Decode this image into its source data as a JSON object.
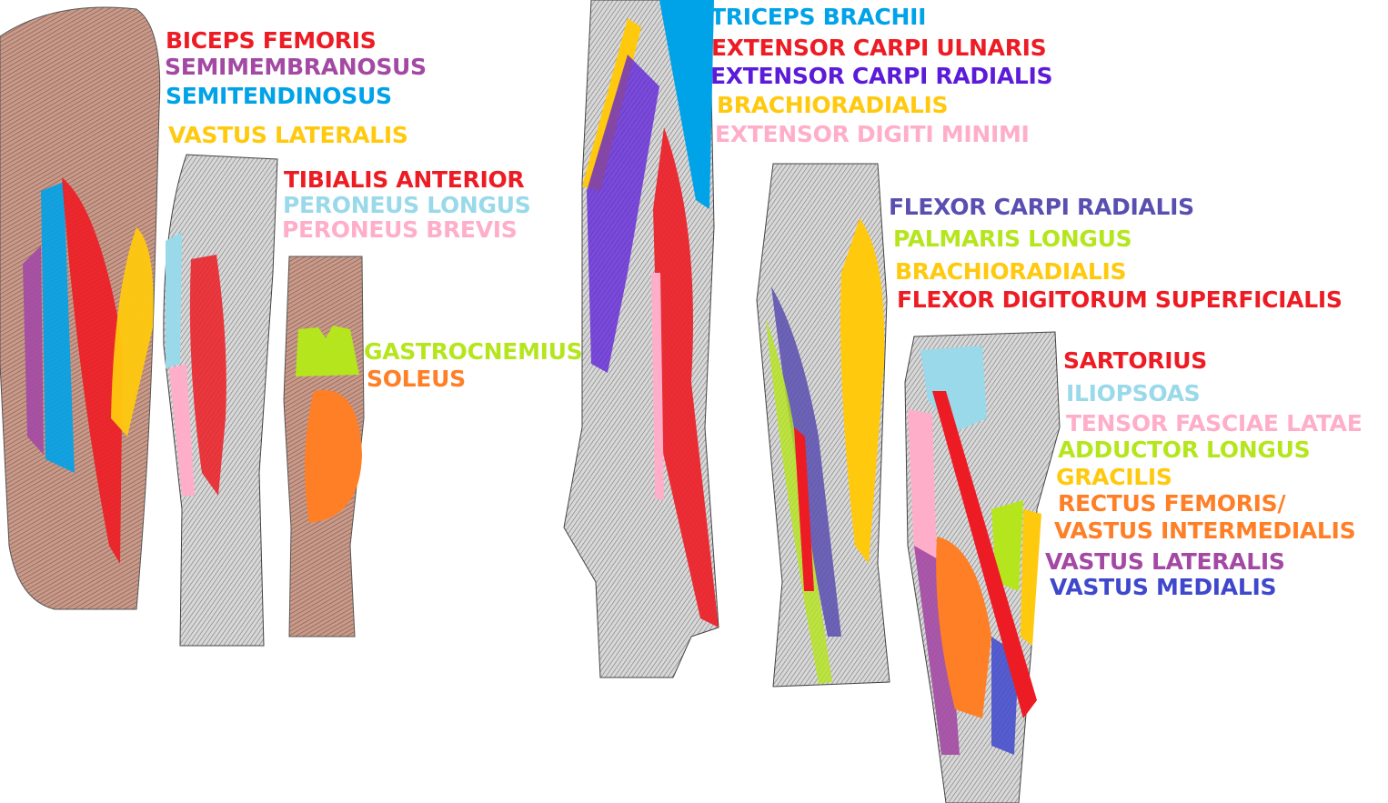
{
  "colors": {
    "red": "#ed1c24",
    "purple": "#a349a4",
    "blue": "#00a2e8",
    "yellow": "#ffc90e",
    "lightblue": "#99d9ea",
    "pink": "#ffaec9",
    "lime": "#b5e61d",
    "orange": "#ff7f27",
    "violet": "#5b1bd9",
    "slate": "#5a4fb0",
    "royal": "#3f48cc"
  },
  "posterior_thigh": {
    "labels": [
      "BICEPS FEMORIS",
      "SEMIMEMBRANOSUS",
      "SEMITENDINOSUS",
      "VASTUS LATERALIS"
    ]
  },
  "anterior_leg": {
    "labels": [
      "TIBIALIS ANTERIOR",
      "PERONEUS LONGUS",
      "PERONEUS BREVIS"
    ]
  },
  "calf": {
    "labels": [
      "GASTROCNEMIUS",
      "SOLEUS"
    ]
  },
  "posterior_forearm": {
    "labels": [
      "TRICEPS BRACHII",
      "EXTENSOR CARPI ULNARIS",
      "EXTENSOR CARPI  RADIALIS",
      "BRACHIORADIALIS",
      "EXTENSOR DIGITI MINIMI"
    ]
  },
  "anterior_forearm": {
    "labels": [
      "FLEXOR CARPI RADIALIS",
      "PALMARIS LONGUS",
      "BRACHIORADIALIS",
      "FLEXOR DIGITORUM SUPERFICIALIS"
    ]
  },
  "anterior_thigh": {
    "labels": [
      "SARTORIUS",
      "ILIOPSOAS",
      "TENSOR FASCIAE LATAE",
      "ADDUCTOR LONGUS",
      "GRACILIS",
      "RECTUS FEMORIS/",
      "VASTUS INTERMEDIALIS",
      "VASTUS LATERALIS",
      "VASTUS MEDIALIS"
    ]
  }
}
